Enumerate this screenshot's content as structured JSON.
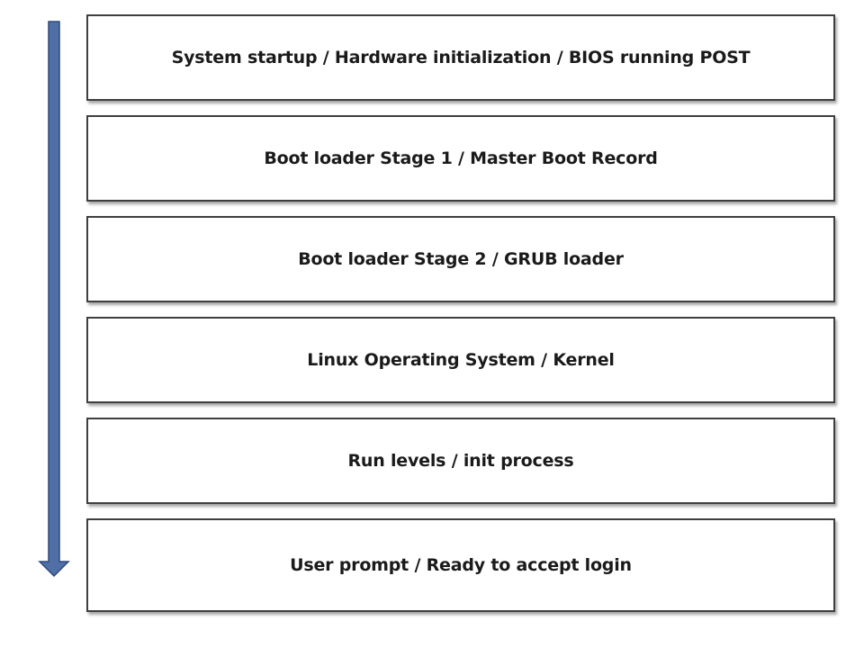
{
  "diagram": {
    "arrow_color": "#4f6fa6",
    "arrow_outline": "#2f4a7a",
    "stages": [
      {
        "label": "System startup / Hardware initialization / BIOS running POST"
      },
      {
        "label": "Boot loader Stage 1 / Master Boot Record"
      },
      {
        "label": "Boot loader Stage 2 / GRUB loader"
      },
      {
        "label": "Linux Operating System / Kernel"
      },
      {
        "label": "Run levels / init process"
      },
      {
        "label": "User prompt / Ready to accept login"
      }
    ]
  }
}
